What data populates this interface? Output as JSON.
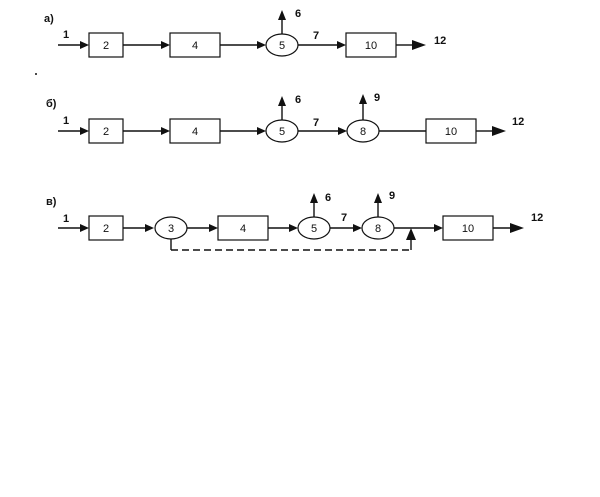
{
  "panels": {
    "a": {
      "label": "а)",
      "input": "1",
      "block_2": "2",
      "block_4": "4",
      "node_5": "5",
      "out_6": "6",
      "flow_7": "7",
      "block_10": "10",
      "out_12": "12"
    },
    "b": {
      "label": "б)",
      "input": "1",
      "block_2": "2",
      "block_4": "4",
      "node_5": "5",
      "out_6": "6",
      "flow_7": "7",
      "node_8": "8",
      "out_9": "9",
      "block_10": "10",
      "out_12": "12"
    },
    "c": {
      "label": "в)",
      "input": "1",
      "block_2": "2",
      "node_3": "3",
      "block_4": "4",
      "node_5": "5",
      "out_6": "6",
      "flow_7": "7",
      "node_8": "8",
      "out_9": "9",
      "block_10": "10",
      "out_12": "12"
    }
  }
}
